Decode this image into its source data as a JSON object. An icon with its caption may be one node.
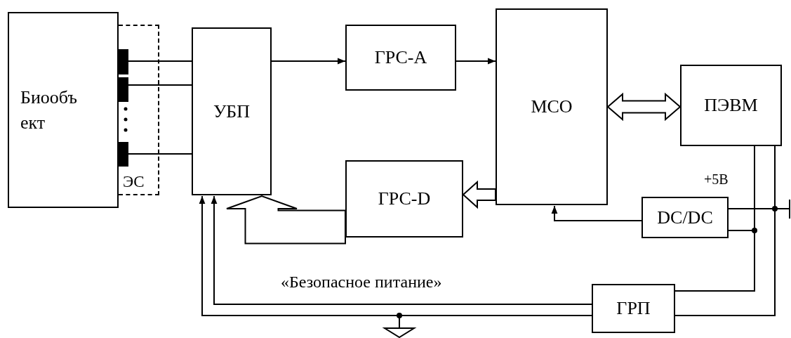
{
  "diagram": {
    "nodes": [
      {
        "text": [
          "Биообъ ект"
        ]
      },
      {
        "text": [
          "ЭС"
        ]
      },
      {
        "text": [],
        "shape": "bar",
        "in": 1
      },
      {
        "text": [],
        "shape": "bar",
        "in": 1
      },
      {
        "text": [],
        "shape": "bar",
        "in": 1
      },
      {
        "text": [
          "УБП"
        ]
      },
      {
        "text": [
          "ГРС-А"
        ]
      },
      {
        "text": [
          "МСО"
        ]
      },
      {
        "text": [
          "ПЭВМ"
        ]
      },
      {
        "text": [
          "ГРС-D"
        ]
      },
      {
        "text": [
          "DC/DC"
        ]
      },
      {
        "text": [
          "ГРП"
        ]
      }
    ],
    "edges": [
      {
        "from": 2,
        "to": 5,
        "arrow": "none"
      },
      {
        "from": 3,
        "to": 5,
        "arrow": "none"
      },
      {
        "from": 4,
        "to": 5,
        "arrow": "none"
      },
      {
        "from": 5,
        "to": 6,
        "arrow": "to"
      },
      {
        "from": 6,
        "to": 7,
        "arrow": "to"
      },
      {
        "from": 7,
        "to": 8,
        "arrow": "both",
        "style": "thick"
      },
      {
        "from": 7,
        "to": 9,
        "arrow": "to",
        "style": "thick"
      },
      {
        "from": 9,
        "to": 5,
        "arrow": "to",
        "style": "thick"
      },
      {
        "from": 10,
        "to": 7,
        "arrow": "to"
      },
      {
        "from": 11,
        "to": 5,
        "arrow": "to"
      },
      {
        "from": 11,
        "to": 5,
        "arrow": "to"
      },
      {
        "from": 8,
        "to": 11,
        "arrow": "none"
      },
      {
        "from": 8,
        "to": 11,
        "arrow": "none"
      },
      {
        "from": 10,
        "to": 8,
        "arrow": "none"
      },
      {
        "from": 10,
        "to": 8,
        "arrow": "none"
      }
    ],
    "labels": [
      "+5В",
      "«Безопасное питание»"
    ]
  }
}
